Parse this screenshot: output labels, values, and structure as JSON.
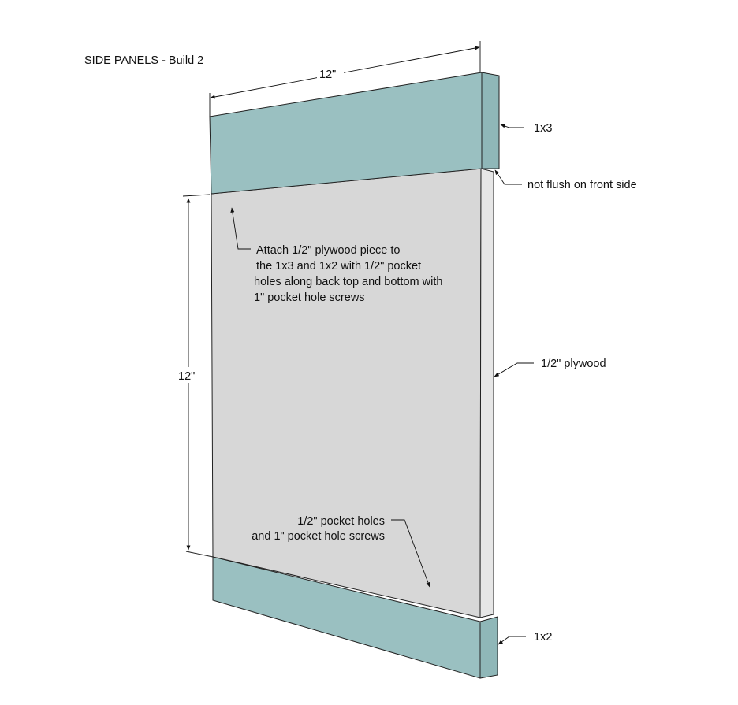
{
  "title": "SIDE PANELS - Build 2",
  "colors": {
    "rail": "#9ac0c1",
    "rail_side": "#8fb7b8",
    "plywood": "#d7d7d7",
    "plywood_edge": "#e6e6e6",
    "line": "#222222",
    "background": "#ffffff"
  },
  "dimensions": {
    "width": "12\"",
    "height": "12\""
  },
  "callouts": {
    "top_rail": "1x3",
    "flush_note": "not flush on front side",
    "plywood": "1/2\" plywood",
    "bottom_rail": "1x2"
  },
  "notes": {
    "attach": [
      "Attach 1/2\" plywood piece to",
      "the 1x3 and 1x2 with 1/2\" pocket",
      "holes along back top and bottom with",
      "1\" pocket hole screws"
    ],
    "pocket": [
      "1/2\" pocket holes",
      "and 1\" pocket hole screws"
    ]
  }
}
